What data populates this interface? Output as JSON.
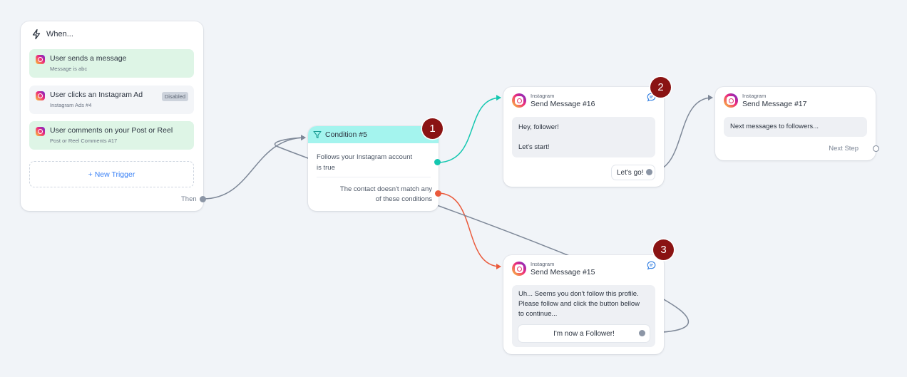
{
  "trigger_node": {
    "header": "When...",
    "triggers": [
      {
        "title": "User sends a message",
        "subtitle": "Message is abc",
        "badge": ""
      },
      {
        "title": "User clicks an Instagram Ad",
        "subtitle": "Instagram Ads #4",
        "badge": "Disabled"
      },
      {
        "title": "User comments on your Post or Reel",
        "subtitle": "Post or Reel Comments #17",
        "badge": ""
      }
    ],
    "new_trigger_label": "+ New Trigger",
    "output_label": "Then"
  },
  "condition_node": {
    "title": "Condition #5",
    "match_line1": "Follows your Instagram account",
    "match_line2": "is true",
    "nomatch_line1": "The contact doesn't match any",
    "nomatch_line2": "of these conditions"
  },
  "messages": {
    "m16": {
      "channel": "Instagram",
      "title": "Send Message #16",
      "text_line1": "Hey, follower!",
      "text_line2": "Let's start!",
      "button": "Let's go!"
    },
    "m17": {
      "channel": "Instagram",
      "title": "Send Message #17",
      "text": "Next messages to followers...",
      "next_step": "Next Step"
    },
    "m15": {
      "channel": "Instagram",
      "title": "Send Message #15",
      "text_line1": "Uh... Seems you don't follow this profile.",
      "text_line2": "Please follow and click the button bellow",
      "text_line3": "to continue...",
      "button": "I'm now a Follower!"
    }
  },
  "badges": [
    "1",
    "2",
    "3"
  ],
  "colors": {
    "canvas": "#f1f4f8",
    "condition_header": "#a4f4ee",
    "match_wire": "#14c7b0",
    "nomatch_wire": "#ea5a3c",
    "default_wire": "#7e8898",
    "active_trigger": "#def5e6",
    "badge": "#8a1313",
    "link": "#3b82f6"
  },
  "icons": [
    "lightning-icon",
    "instagram-icon",
    "filter-icon",
    "chat-bubble-icon"
  ]
}
